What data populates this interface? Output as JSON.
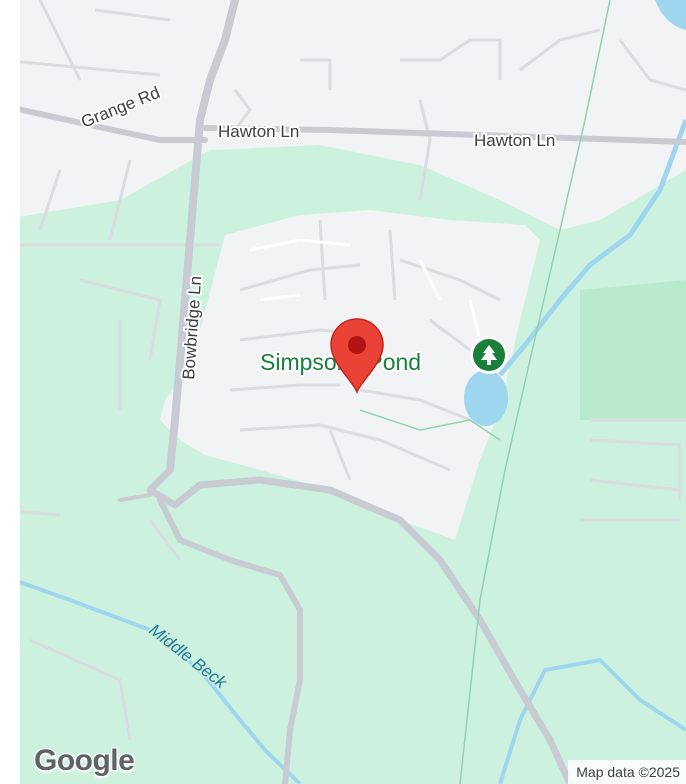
{
  "map": {
    "labels": {
      "grange_rd": "Grange Rd",
      "hawton_ln_west": "Hawton Ln",
      "hawton_ln_east": "Hawton Ln",
      "bowbridge_ln": "Bowbridge Ln",
      "middle_beck": "Middle Beck",
      "simpsons_pond": "Simpsons Pond"
    },
    "marker": {
      "icon": "map-pin-icon",
      "color": "#ea4335"
    },
    "poi_icon": "tree-icon",
    "colors": {
      "background": "#f1f3f4",
      "park": "#ccf2df",
      "water": "#9fd6ef",
      "road": "#c8ccd2",
      "poi": "#188038"
    }
  },
  "attribution": "Map data ©2025",
  "logo": "Google"
}
